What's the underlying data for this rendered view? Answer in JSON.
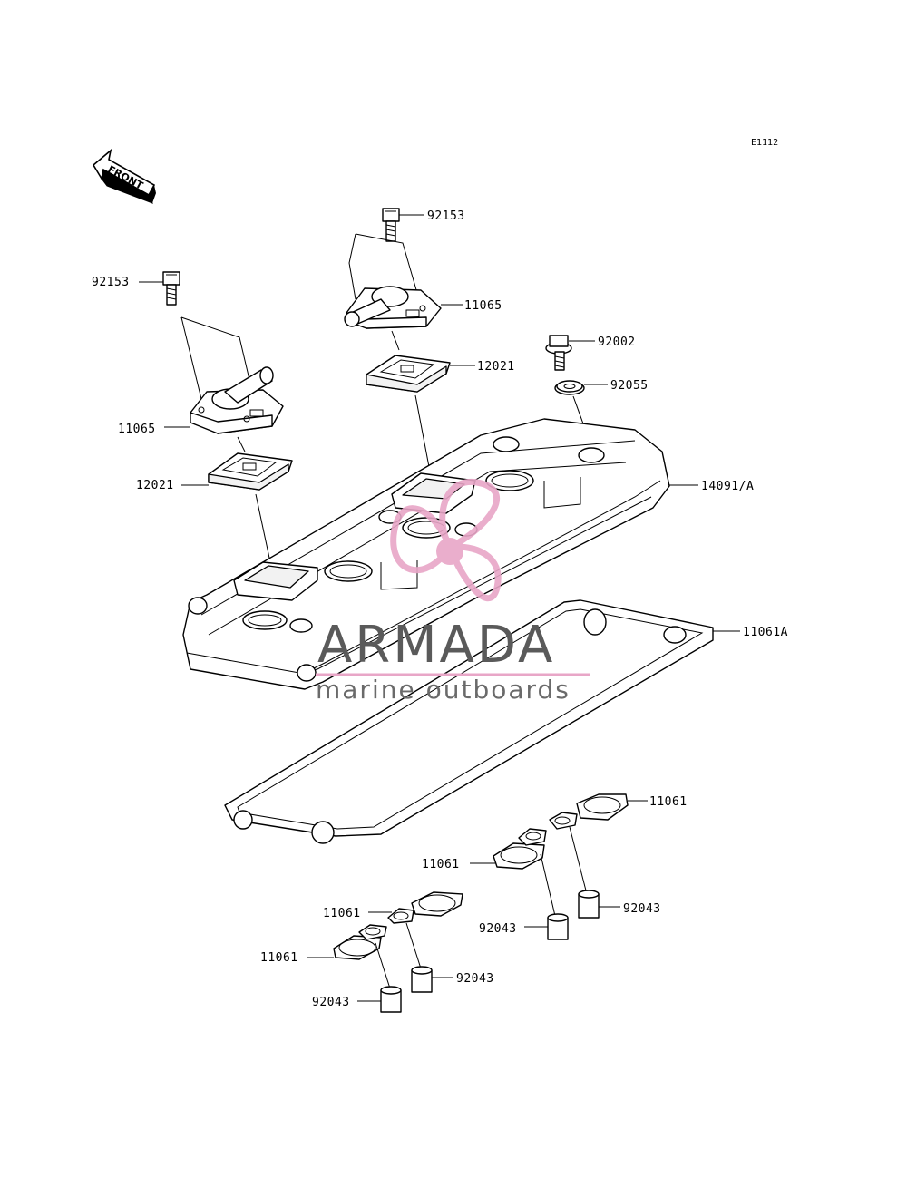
{
  "diagram_code": "E1112",
  "front_label": "FRONT",
  "watermark": {
    "title": "ARMADA",
    "subtitle": "marine outboards",
    "logo_color": "#e8a6c7"
  },
  "labels": {
    "bolt_left": "92153",
    "bolt_center": "92153",
    "breather_cover_left": "11065",
    "breather_cover_center": "11065",
    "plate_left": "12021",
    "plate_center": "12021",
    "bolt_right": "92002",
    "washer_right": "92055",
    "head_cover": "14091/A",
    "gasket_main": "11061A",
    "gasket_right_top": "11061",
    "gasket_right_mid": "11061",
    "gasket_left_top": "11061",
    "gasket_left_bottom": "11061",
    "collar_right_a": "92043",
    "collar_right_b": "92043",
    "collar_left_a": "92043",
    "collar_left_b": "92043"
  }
}
